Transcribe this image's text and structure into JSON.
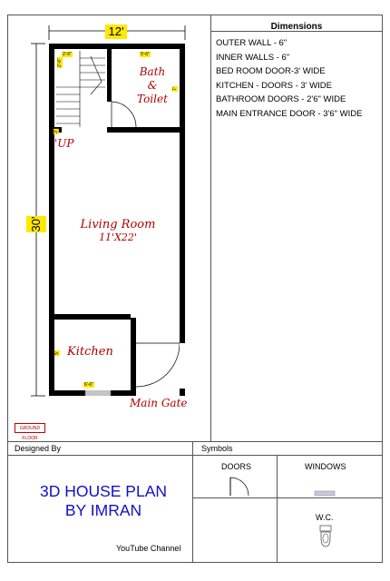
{
  "plan": {
    "width_label": "12'",
    "length_label": "30'",
    "rooms": {
      "bath_line1": "Bath",
      "bath_line2": "&",
      "bath_line3": "Toilet",
      "living_line1": "Living Room",
      "living_line2": "11'X22'",
      "kitchen": "Kitchen"
    },
    "up_label": "'UP",
    "main_gate": "Main Gate",
    "small_dims": {
      "stair_width": "2'-6\"",
      "stair_side": "2'-6\"",
      "bath_width": "5'-6\"",
      "bath_side": "7'",
      "landing_side": "3'",
      "kitchen_side": "5'",
      "kitchen_width": "6'-6\""
    },
    "ground_floor": "GROUND FLOOR"
  },
  "dimensions": {
    "title": "Dimensions",
    "items": [
      "OUTER WALL - 6\"",
      "INNER WALLS - 6\"",
      "BED ROOM DOOR-3' WIDE",
      "KITCHEN - DOORS - 3' WIDE",
      "BATHROOM DOORS - 2'6\" WIDE",
      "MAIN ENTRANCE DOOR - 3'6\" WIDE"
    ]
  },
  "footer": {
    "designed_by_label": "Designed By",
    "designer_line1": "3D HOUSE PLAN",
    "designer_line2": "BY IMRAN",
    "channel": "YouTube Channel",
    "symbols_label": "Symbols",
    "symbols": {
      "doors": "DOORS",
      "windows": "WINDOWS",
      "wc": "W.C."
    }
  },
  "colors": {
    "wall": "#000000",
    "room_text": "#b00000",
    "title_blue": "#1010c8",
    "tag_yellow": "#ffe800"
  }
}
